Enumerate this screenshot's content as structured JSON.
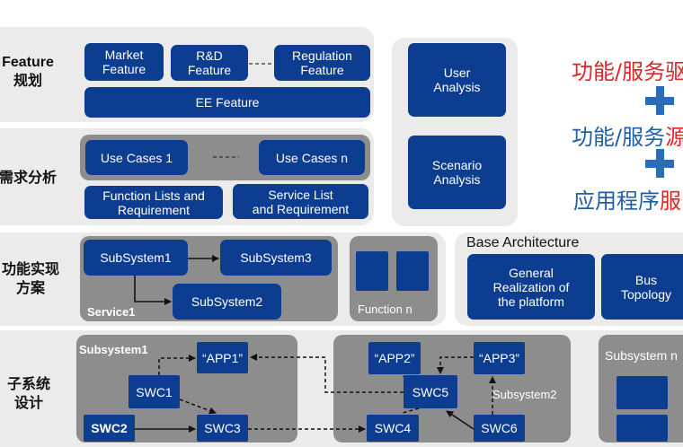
{
  "rows": {
    "feature": "Feature\n规划",
    "requirements": "需求分析",
    "implementation": "功能实现\n方案",
    "subsystem": "子系统\n设计"
  },
  "feature": {
    "market": "Market\nFeature",
    "rnd": "R&D\nFeature",
    "regulation": "Regulation\nFeature",
    "ee": "EE  Feature"
  },
  "requirements": {
    "use_cases_1": "Use Cases 1",
    "use_cases_n": "Use Cases n",
    "function_lists": "Function Lists and\nRequirement",
    "service_list": "Service List\nand Requirement"
  },
  "analysis": {
    "user": "User\nAnalysis",
    "scenario": "Scenario\nAnalysis"
  },
  "right_text": {
    "line1_a": "功能/服务",
    "line1_b": "驱",
    "line2_a": "功能/服务",
    "line2_b": "源",
    "line3_a": "应用程序",
    "line3_b": "服"
  },
  "implementation": {
    "subsystem1": "SubSystem1",
    "subsystem2": "SubSystem2",
    "subsystem3": "SubSystem3",
    "service1": "Service1",
    "function_n": "Function n"
  },
  "base": {
    "title": "Base Architecture",
    "general": "General\nRealization of\nthe platform",
    "bus": "Bus\nTopology"
  },
  "subsystem_design": {
    "subsystem1_label": "Subsystem1",
    "app1": "“APP1”",
    "swc1": "SWC1",
    "swc2": "SWC2",
    "swc3": "SWC3",
    "subsystem2_label": "Subsystem2",
    "app2": "“APP2”",
    "app3": "“APP3”",
    "swc5": "SWC5",
    "swc4": "SWC4",
    "swc6": "SWC6",
    "subsystem_n_label": "Subsystem n"
  },
  "colors": {
    "blue_box": "#0d3d91",
    "accent_red": "#e0242a",
    "accent_blue": "#1f5fa8",
    "plus_blue": "#2a6db5"
  }
}
